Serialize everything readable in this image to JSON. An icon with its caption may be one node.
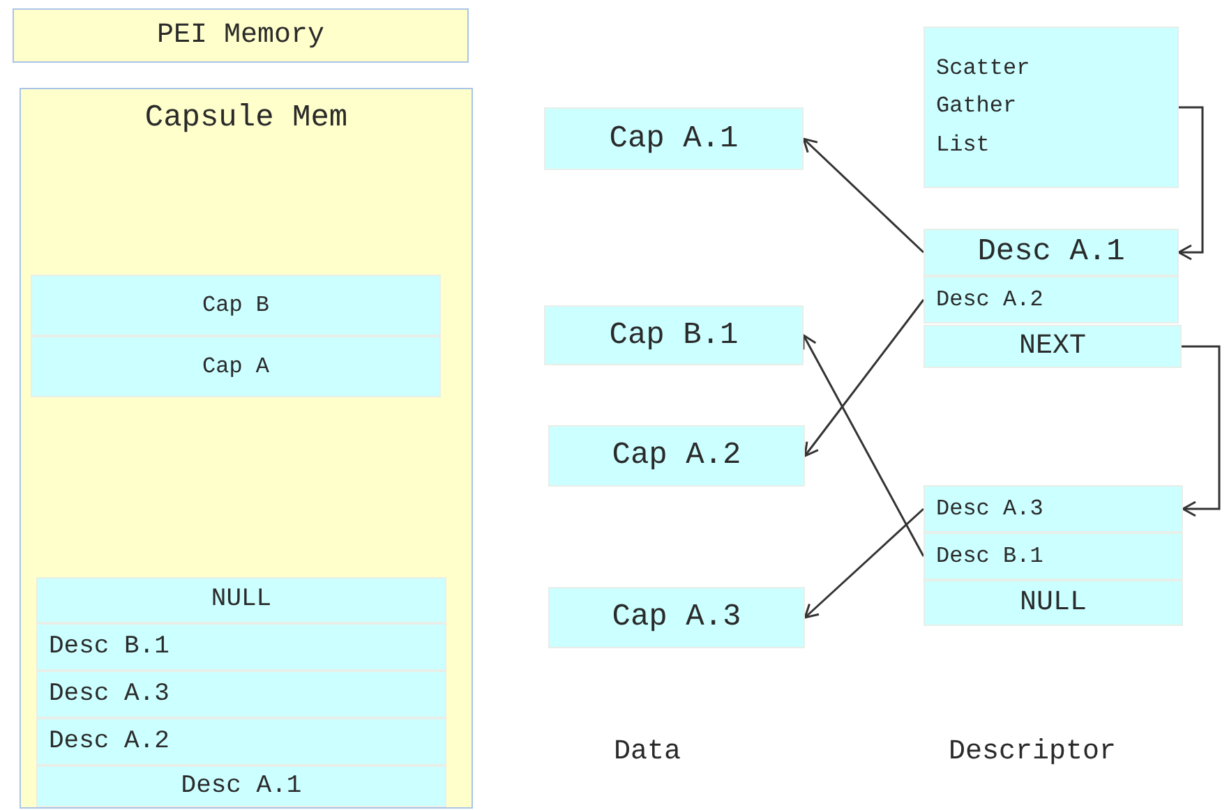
{
  "diagram": {
    "nodes": [
      {
        "text": [
          "PEI Memory"
        ]
      },
      {
        "text": [
          "Capsule Mem"
        ]
      },
      {
        "text": [
          "Cap B"
        ],
        "in": 1
      },
      {
        "text": [
          "Cap A"
        ],
        "in": 1
      },
      {
        "text": [
          "NULL"
        ],
        "in": 1
      },
      {
        "text": [
          "Desc B.1"
        ],
        "in": 1
      },
      {
        "text": [
          "Desc A.3"
        ],
        "in": 1
      },
      {
        "text": [
          "Desc A.2"
        ],
        "in": 1
      },
      {
        "text": [
          "Desc A.1"
        ],
        "in": 1
      },
      {
        "text": [
          "Cap A.1"
        ]
      },
      {
        "text": [
          "Cap B.1"
        ]
      },
      {
        "text": [
          "Cap A.2"
        ]
      },
      {
        "text": [
          "Cap A.3"
        ]
      },
      {
        "text": [
          "Scatter Gather List"
        ]
      },
      {
        "text": [
          "Desc A.1"
        ]
      },
      {
        "text": [
          "Desc A.2"
        ]
      },
      {
        "text": [
          "NEXT"
        ]
      },
      {
        "text": [
          "Desc A.3"
        ]
      },
      {
        "text": [
          "Desc B.1"
        ]
      },
      {
        "text": [
          "NULL"
        ]
      }
    ],
    "edges": [
      {
        "from": 13,
        "to": 14,
        "arrow": "to"
      },
      {
        "from": 14,
        "to": 9,
        "arrow": "to"
      },
      {
        "from": 15,
        "to": 11,
        "arrow": "to"
      },
      {
        "from": 16,
        "to": 17,
        "arrow": "to"
      },
      {
        "from": 18,
        "to": 10,
        "arrow": "to"
      },
      {
        "from": 17,
        "to": 12,
        "arrow": "to"
      }
    ],
    "labels": [
      "Data",
      "Descriptor"
    ]
  }
}
